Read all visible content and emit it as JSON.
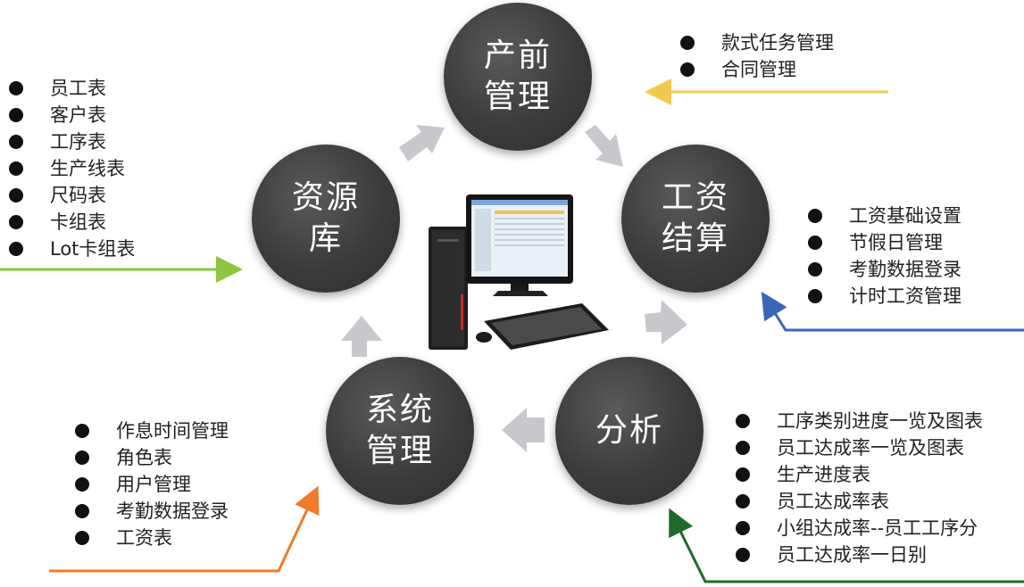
{
  "nodes": {
    "preproduction": {
      "label": "产前\n管理"
    },
    "payroll": {
      "label": "工资\n结算"
    },
    "analysis": {
      "label": "分析"
    },
    "system": {
      "label": "系统\n管理"
    },
    "resource": {
      "label": "资源\n库"
    }
  },
  "lists": {
    "preproduction": [
      "款式任务管理",
      "合同管理"
    ],
    "resource": [
      "员工表",
      "客户表",
      "工序表",
      "生产线表",
      "尺码表",
      "卡组表",
      "Lot卡组表"
    ],
    "payroll": [
      "工资基础设置",
      "节假日管理",
      "考勤数据登录",
      "计时工资管理"
    ],
    "analysis": [
      "工序类别进度一览及图表",
      "员工达成率一览及图表",
      "生产进度表",
      "员工达成率表",
      "小组达成率--员工工序分",
      "员工达成率一日别"
    ],
    "system": [
      "作息时间管理",
      "角色表",
      "用户管理",
      "考勤数据登录",
      "工资表"
    ]
  },
  "colors": {
    "node_fill": "#3b3b3b",
    "cycle_arrow": "#c6c8cc",
    "arrow_preproduction": "#f2c94c",
    "arrow_resource": "#8cc63f",
    "arrow_payroll": "#3b66b5",
    "arrow_analysis": "#1f6b2a",
    "arrow_system": "#f07b2a"
  }
}
